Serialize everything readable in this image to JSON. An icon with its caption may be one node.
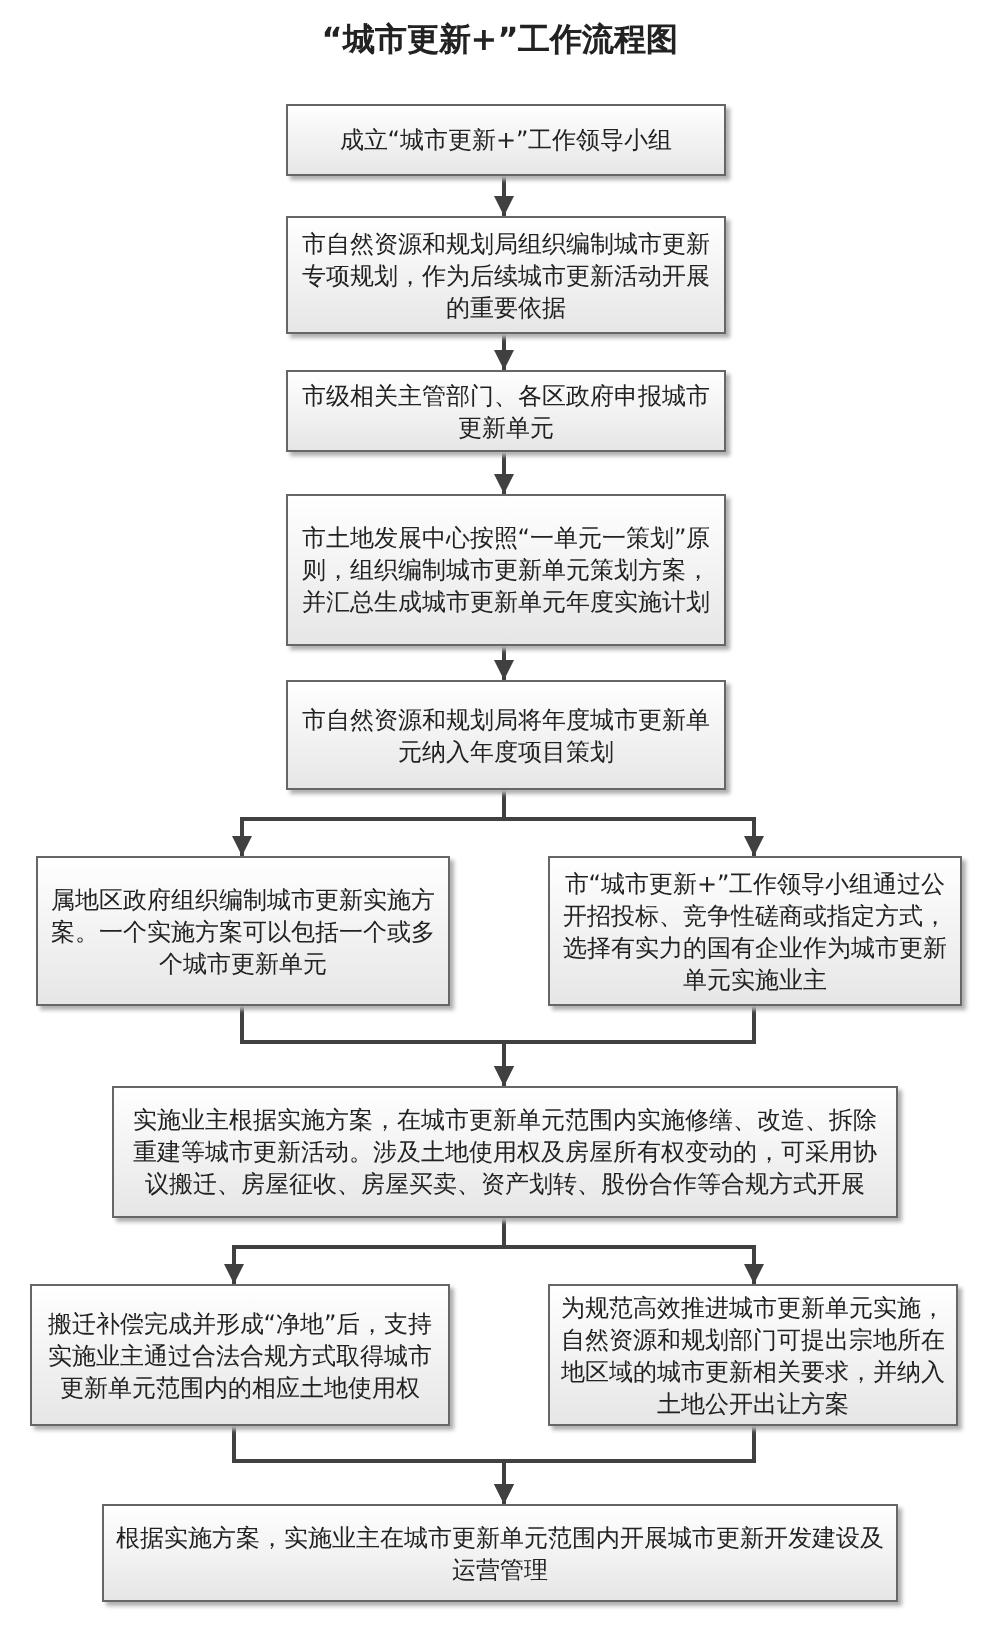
{
  "diagram": {
    "title": "“城市更新+”工作流程图",
    "nodes": [
      {
        "text": [
          "成立“城市更新+”工作领导小组"
        ]
      },
      {
        "text": [
          "市自然资源和规划局组织编制城市更新专项规划，作为后续城市更新活动开展的重要依据"
        ]
      },
      {
        "text": [
          "市级相关主管部门、各区政府申报城市更新单元"
        ]
      },
      {
        "text": [
          "市土地发展中心按照“一单元一策划”原则，组织编制城市更新单元策划方案，并汇总生成城市更新单元年度实施计划"
        ]
      },
      {
        "text": [
          "市自然资源和规划局将年度城市更新单元纳入年度项目策划"
        ]
      },
      {
        "text": [
          "属地区政府组织编制城市更新实施方案。一个实施方案可以包括一个或多个城市更新单元"
        ]
      },
      {
        "text": [
          "市“城市更新+”工作领导小组通过公开招投标、竞争性磋商或指定方式，选择有实力的国有企业作为城市更新单元实施业主"
        ]
      },
      {
        "text": [
          "实施业主根据实施方案，在城市更新单元范围内实施修缮、改造、拆除重建等城市更新活动。涉及土地使用权及房屋所有权变动的，可采用协议搬迁、房屋征收、房屋买卖、资产划转、股份合作等合规方式开展"
        ]
      },
      {
        "text": [
          "搬迁补偿完成并形成“净地”后，支持实施业主通过合法合规方式取得城市更新单元范围内的相应土地使用权"
        ]
      },
      {
        "text": [
          "为规范高效推进城市更新单元实施，自然资源和规划部门可提出宗地所在地区域的城市更新相关要求，并纳入土地公开出让方案"
        ]
      },
      {
        "text": [
          "根据实施方案，实施业主在城市更新单元范围内开展城市更新开发建设及运营管理"
        ]
      }
    ],
    "edges": [
      {
        "from": 0,
        "to": 1,
        "arrow": "to"
      },
      {
        "from": 1,
        "to": 2,
        "arrow": "to"
      },
      {
        "from": 2,
        "to": 3,
        "arrow": "to"
      },
      {
        "from": 3,
        "to": 4,
        "arrow": "to"
      },
      {
        "from": 4,
        "to": 5,
        "arrow": "to"
      },
      {
        "from": 4,
        "to": 6,
        "arrow": "to"
      },
      {
        "from": 5,
        "to": 7,
        "arrow": "to"
      },
      {
        "from": 6,
        "to": 7,
        "arrow": "to"
      },
      {
        "from": 7,
        "to": 8,
        "arrow": "to"
      },
      {
        "from": 7,
        "to": 9,
        "arrow": "to"
      },
      {
        "from": 8,
        "to": 10,
        "arrow": "to"
      },
      {
        "from": 9,
        "to": 10,
        "arrow": "to"
      }
    ]
  }
}
